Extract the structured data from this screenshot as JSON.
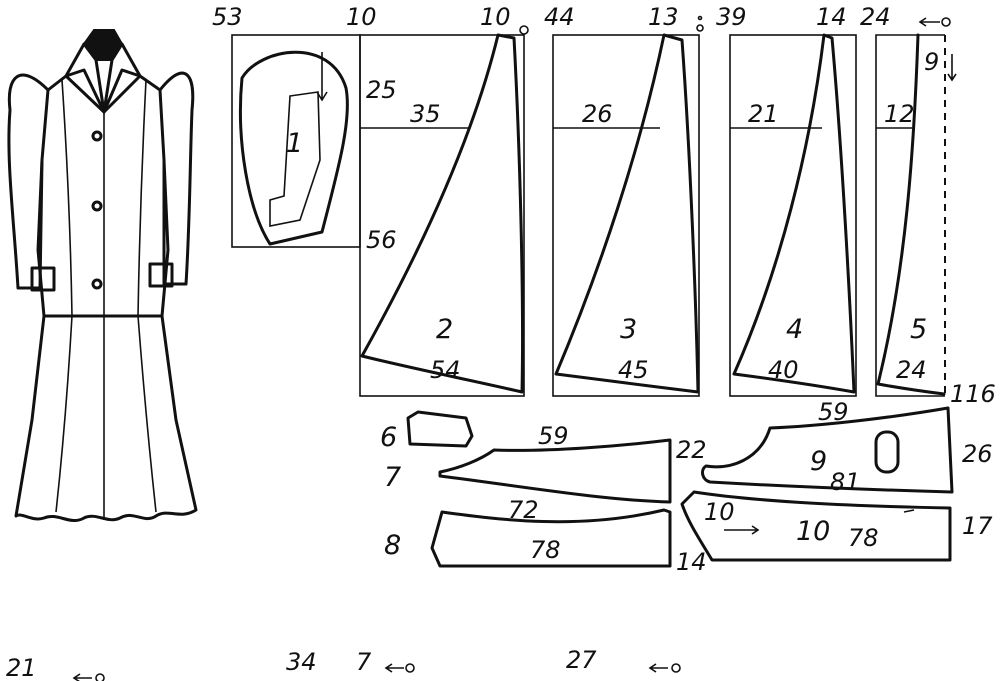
{
  "top_labels": {
    "rect1_left": "53",
    "rect1_right": "10",
    "rect2_right": "10",
    "rect3_left": "44",
    "rect3_right": "13",
    "rect4_left": "39",
    "rect4_right": "14",
    "rect5_left": "24"
  },
  "piece_labels": {
    "p1_id": "1",
    "p1_side_top": "25",
    "p1_side_mid": "35",
    "p1_side_bottom": "56",
    "p2_id": "2",
    "p2_bottom": "54",
    "p3_mid": "26",
    "p3_id": "3",
    "p3_bottom": "45",
    "p4_mid": "21",
    "p4_id": "4",
    "p4_bottom": "40",
    "p5_corner": "9",
    "p5_mid": "12",
    "p5_id": "5",
    "p5_bottom": "24",
    "p5_side": "116"
  },
  "strip_labels": {
    "p6_id": "6",
    "p7_id": "7",
    "p7_top": "59",
    "p7_right": "22",
    "p8_id": "8",
    "p8_top": "72",
    "p8_bottom": "78",
    "p8_right": "14",
    "p9_top": "59",
    "p9_id": "9",
    "p9_bottom": "81",
    "p9_right": "26",
    "p10_left": "10",
    "p10_id": "10",
    "p10_bottom": "78",
    "p10_right": "17"
  },
  "bottom_labels": {
    "left": "21",
    "middle": "34",
    "middle_b": "7",
    "right": "27"
  }
}
